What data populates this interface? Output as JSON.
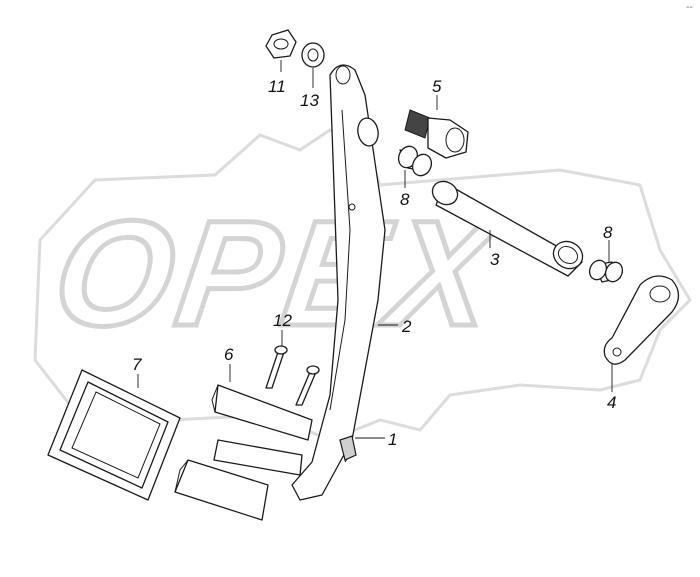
{
  "watermark": {
    "text": "OPEX"
  },
  "corner_mark": "--",
  "callouts": {
    "c1": "1",
    "c2": "2",
    "c3": "3",
    "c4": "4",
    "c5": "5",
    "c6": "6",
    "c7": "7",
    "c8a": "8",
    "c8b": "8",
    "c11": "11",
    "c12": "12",
    "c13": "13"
  },
  "colors": {
    "line": "#1a1a1a",
    "watermark_outline": "#d4d4d4",
    "background": "#ffffff"
  }
}
